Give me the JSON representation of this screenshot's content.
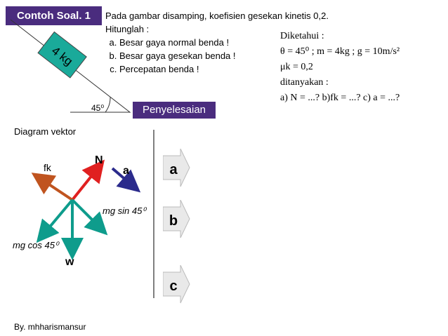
{
  "title": "Contoh Soal. 1",
  "problem": {
    "intro": "Pada gambar disamping, koefisien gesekan kinetis 0,2.",
    "ask": "Hitunglah :",
    "items": [
      "Besar gaya normal benda !",
      "Besar gaya gesekan benda !",
      "Percepatan benda !"
    ]
  },
  "known": {
    "heading": "Diketahui :",
    "line1": "θ = 45⁰ ; m = 4kg ; g = 10m/s²",
    "line2": "μk = 0,2",
    "asked_heading": "ditanyakan :",
    "asked_line": "a) N = ...?  b)fk = ...?  c) a = ...?"
  },
  "incline": {
    "mass_label": "4 kg",
    "angle_label": "45⁰"
  },
  "solution_label": "Penyelesaian",
  "diagram": {
    "title": "Diagram vektor",
    "N": "N",
    "fk": "fk",
    "a": "a",
    "w": "w",
    "mg_sin": "mg sin 45⁰",
    "mg_cos": "mg cos 45⁰"
  },
  "answers": [
    "a",
    "b",
    "c"
  ],
  "footer": "By. mhharismansur",
  "colors": {
    "badge": "#4a2c7e",
    "normal": "#e02020",
    "friction": "#c0541f",
    "weight": "#0e9c8c",
    "accel": "#2b2b8c"
  }
}
